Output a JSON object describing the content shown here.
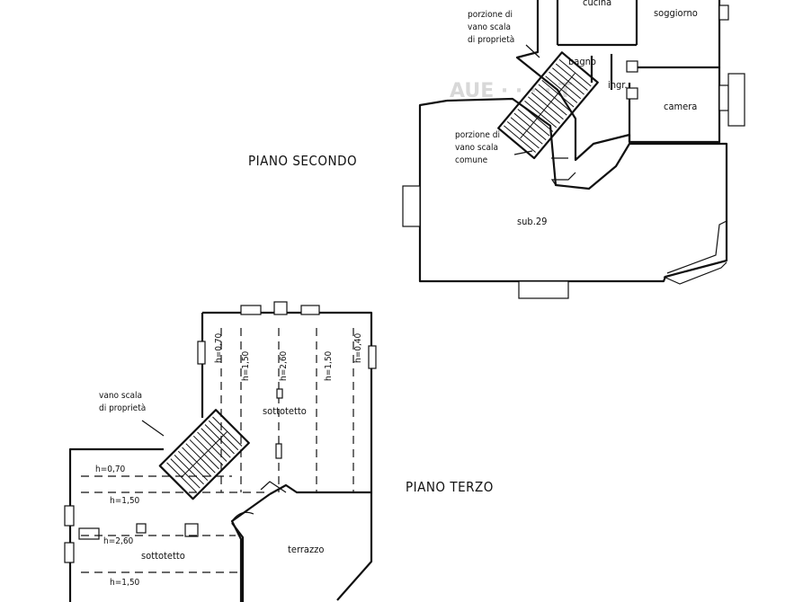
{
  "floors": {
    "second": {
      "title": "PIANO SECONDO",
      "rooms": {
        "kitchen": "cucina",
        "living": "soggiorno",
        "bath": "bagno",
        "entry": "ingr.",
        "bedroom": "camera",
        "sub": "sub.29"
      },
      "notes": {
        "private_stair_1": "porzione di",
        "private_stair_2": "vano scala",
        "private_stair_3": "di proprietà",
        "common_stair_1": "porzione di",
        "common_stair_2": "vano scala",
        "common_stair_3": "comune"
      }
    },
    "third": {
      "title": "PIANO TERZO",
      "rooms": {
        "attic_right": "sottotetto",
        "attic_left": "sottotetto",
        "terrace": "terrazzo"
      },
      "notes": {
        "stair_1": "vano scala",
        "stair_2": "di proprietà"
      },
      "heights": {
        "h070_v": "h=0,70",
        "h150_v1": "h=1,50",
        "h260_v": "h=2,60",
        "h150_v2": "h=1,50",
        "h040_v": "h=0,40",
        "h070_h": "h=0,70",
        "h150_h1": "h=1,50",
        "h260_h": "h=2,60",
        "h150_h2": "h=1,50"
      }
    }
  }
}
